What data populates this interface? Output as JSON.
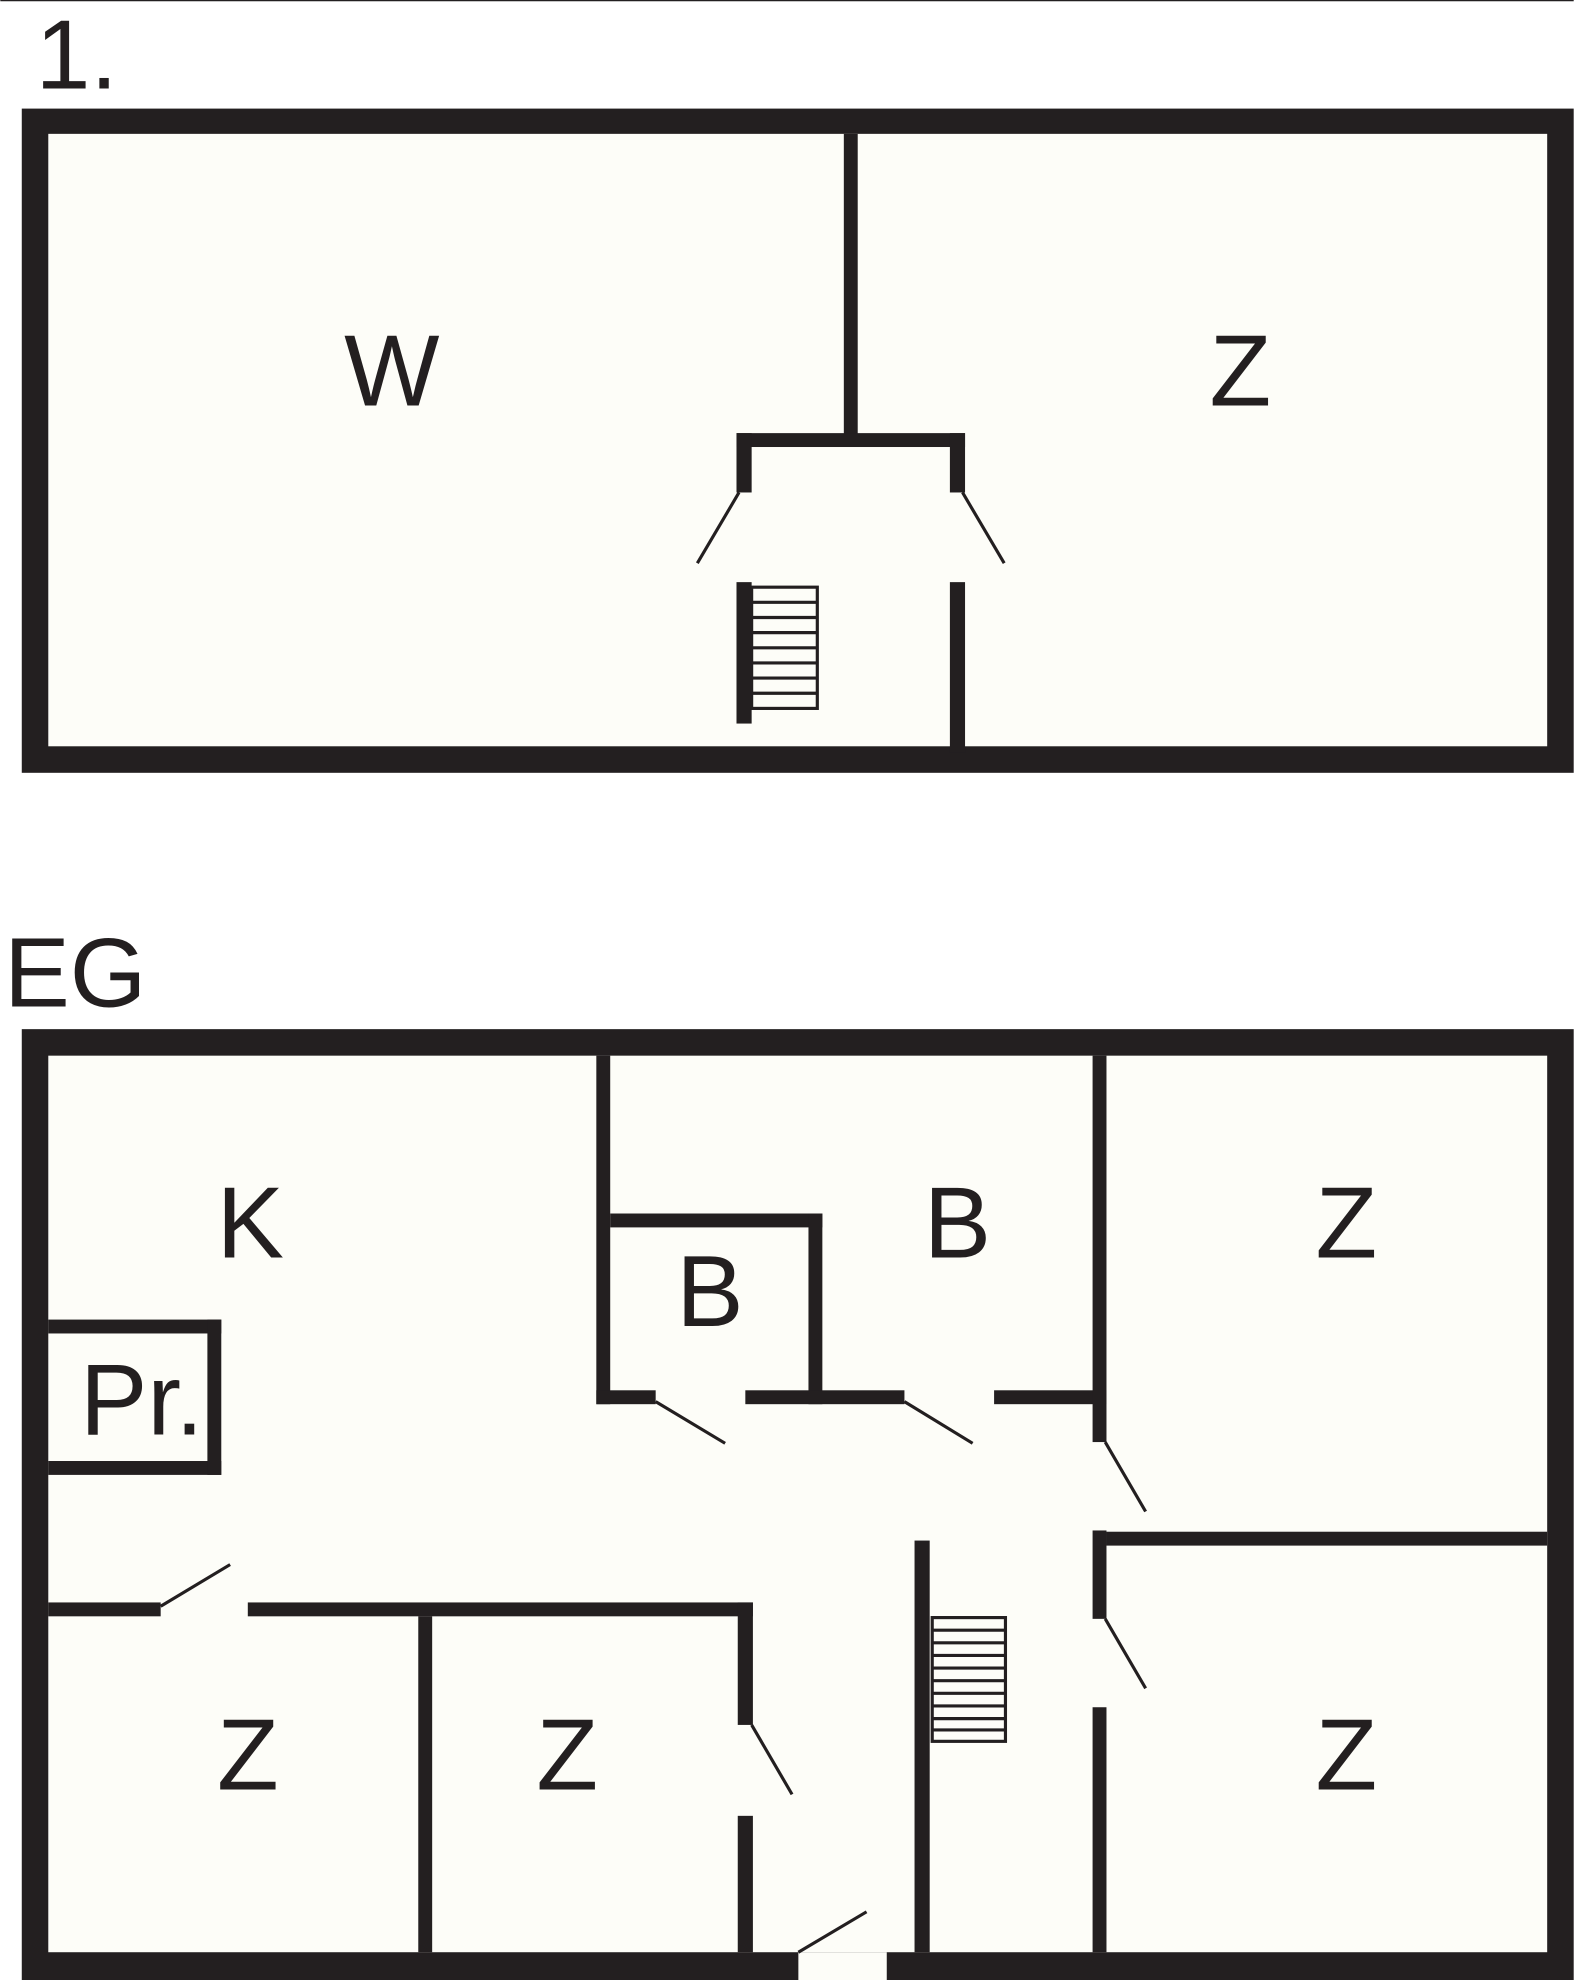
{
  "floors": {
    "upper": {
      "label": "1.",
      "rooms": {
        "w": "W",
        "z": "Z"
      }
    },
    "ground": {
      "label": "EG",
      "rooms": {
        "k": "K",
        "b_large": "B",
        "b_small": "B",
        "pr": "Pr.",
        "z_top_right": "Z",
        "z_bottom_right": "Z",
        "z_bottom_left": "Z",
        "z_bottom_mid": "Z"
      }
    }
  },
  "colors": {
    "wall": "#231f20",
    "floor": "#fdfdf8"
  }
}
